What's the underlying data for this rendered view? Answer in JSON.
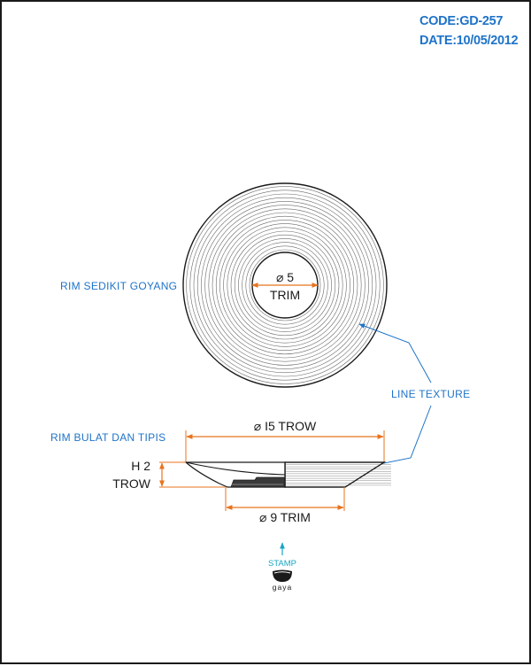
{
  "header": {
    "code": "CODE:GD-257",
    "date": "DATE:10/05/2012"
  },
  "top_view": {
    "inner_diameter": "⌀ 5",
    "inner_finish": "TRIM",
    "rim_note": "RIM SEDIKIT GOYANG"
  },
  "annotations": {
    "line_texture": "LINE TEXTURE",
    "rim_profile_note": "RIM BULAT DAN TIPIS"
  },
  "side_view": {
    "outer_dimension": "⌀ I5 TROW",
    "height_value": "H 2",
    "height_finish": "TROW",
    "base_dimension": "⌀ 9 TRIM"
  },
  "footer": {
    "stamp_label": "STAMP",
    "brand": "gaya"
  },
  "colors": {
    "annotation_blue": "#1e73c8",
    "dimension_orange": "#e8731e",
    "stamp_cyan": "#17a6c4",
    "line": "#1a1a1a"
  }
}
